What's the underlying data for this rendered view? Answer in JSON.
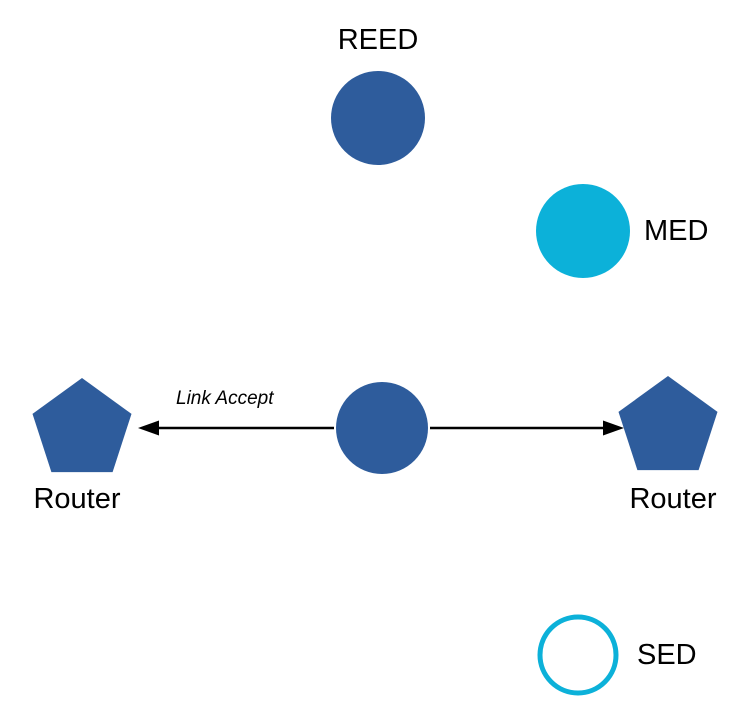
{
  "diagram": {
    "type": "network-topology",
    "colors": {
      "node_blue": "#2E5C9C",
      "node_cyan": "#0CB1D9",
      "arrow_black": "#000000",
      "background": "#FFFFFF"
    },
    "nodes": {
      "reed": {
        "label": "REED",
        "shape": "circle-filled",
        "color": "#2E5C9C"
      },
      "med": {
        "label": "MED",
        "shape": "circle-filled",
        "color": "#0CB1D9"
      },
      "center": {
        "label": "",
        "shape": "circle-filled",
        "color": "#2E5C9C"
      },
      "router_left": {
        "label": "Router",
        "shape": "pentagon-filled",
        "color": "#2E5C9C"
      },
      "router_right": {
        "label": "Router",
        "shape": "pentagon-filled",
        "color": "#2E5C9C"
      },
      "sed": {
        "label": "SED",
        "shape": "circle-outline",
        "color": "#0CB1D9"
      }
    },
    "edges": {
      "link_accept": {
        "label": "Link Accept",
        "from": "center",
        "to": "router_left",
        "direction": "left"
      },
      "right_link": {
        "label": "",
        "from": "center",
        "to": "router_right",
        "direction": "right"
      }
    }
  }
}
